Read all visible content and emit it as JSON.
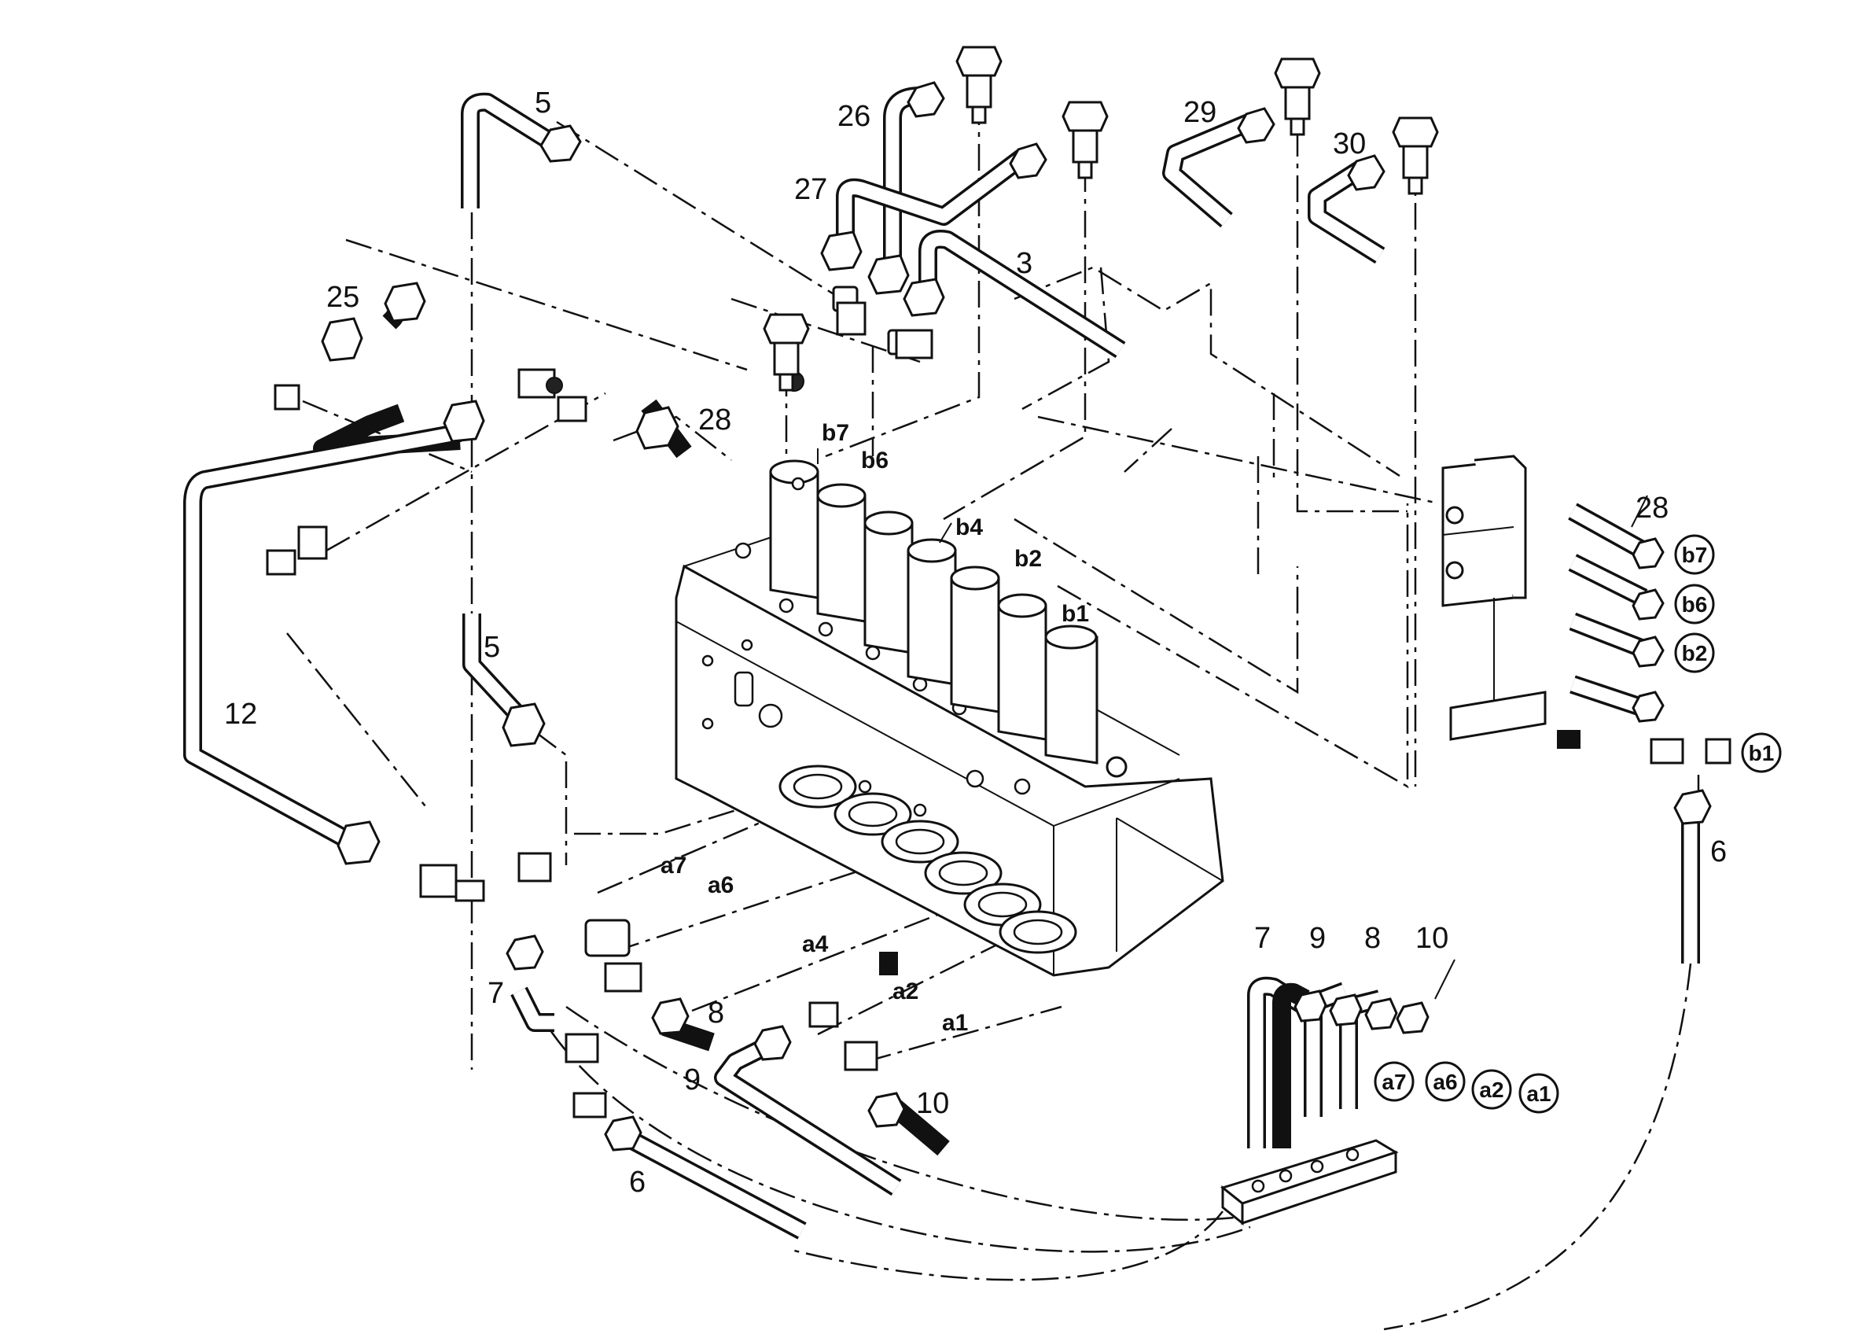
{
  "diagram": {
    "part_labels": [
      "5",
      "26",
      "29",
      "30",
      "27",
      "3",
      "25",
      "28",
      "12",
      "5",
      "7",
      "8",
      "9",
      "10",
      "6",
      "7",
      "9",
      "8",
      "10",
      "28",
      "6"
    ],
    "port_labels": [
      "b7",
      "b6",
      "b4",
      "b2",
      "b1",
      "a7",
      "a6",
      "a4",
      "a2",
      "a1"
    ],
    "circled_labels": [
      "b7",
      "b6",
      "b2",
      "b1",
      "a7",
      "a6",
      "a2",
      "a1"
    ]
  }
}
